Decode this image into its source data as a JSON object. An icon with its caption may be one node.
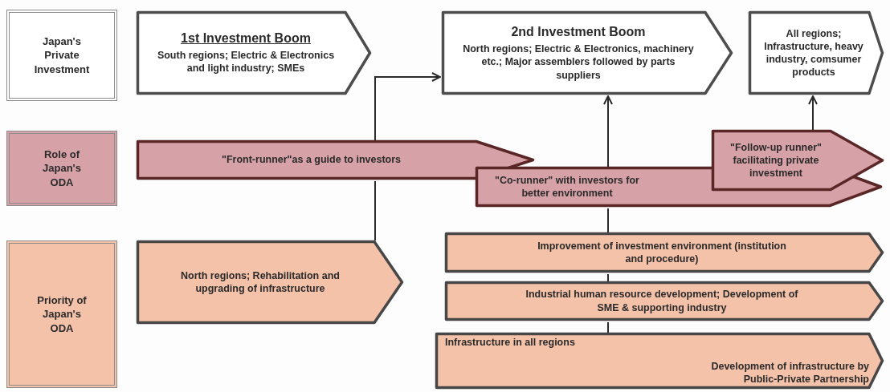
{
  "diagram": {
    "nodes": [
      {
        "text": [
          "Japan's Private Investment"
        ]
      },
      {
        "text": [
          "1st Investment Boom",
          "South regions; Electric & Electronics and light industry; SMEs"
        ]
      },
      {
        "text": [
          "2nd Investment Boom",
          "North regions; Electric & Electronics, machinery etc.; Major assemblers followed by parts suppliers"
        ]
      },
      {
        "text": [
          "All regions; Infrastructure, heavy industry, comsumer products"
        ]
      },
      {
        "text": [
          "Role of Japan's ODA"
        ]
      },
      {
        "text": [
          "\"Front-runner\"as a guide to investors"
        ]
      },
      {
        "text": [
          "\"Co-runner\" with investors for better environment"
        ]
      },
      {
        "text": [
          "\"Follow-up runner\" facilitating private investment"
        ]
      },
      {
        "text": [
          "Priority of Japan's ODA"
        ]
      },
      {
        "text": [
          "North regions; Rehabilitation and upgrading of infrastructure"
        ]
      },
      {
        "text": [
          "Improvement of investment environment (institution and procedure)"
        ]
      },
      {
        "text": [
          "Industrial human resource development; Development of SME & supporting industry"
        ]
      },
      {
        "text": [
          "Infrastructure in all regions",
          "Development of infrastructure by Public-Private Partnership"
        ]
      }
    ],
    "edges": [
      {
        "from": 9,
        "to": 5,
        "arrow": "none"
      },
      {
        "from": 5,
        "to": 2,
        "arrow": "to"
      },
      {
        "from": 6,
        "to": 2,
        "arrow": "to"
      },
      {
        "from": 7,
        "to": 3,
        "arrow": "to"
      },
      {
        "from": 10,
        "to": 6,
        "arrow": "none"
      },
      {
        "from": 11,
        "to": 10,
        "arrow": "none"
      },
      {
        "from": 12,
        "to": 11,
        "arrow": "none"
      }
    ]
  }
}
